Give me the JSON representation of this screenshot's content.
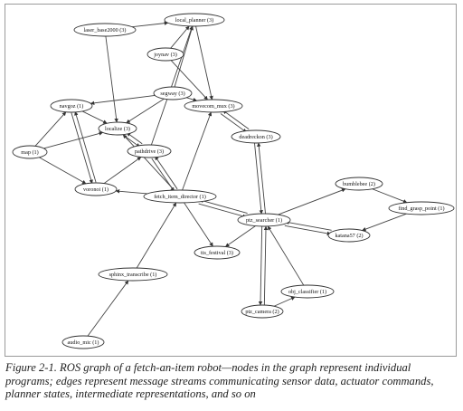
{
  "graph": {
    "nodes": [
      {
        "id": "laser_base",
        "label": "laser_base2000 (3)"
      },
      {
        "id": "local_planner",
        "label": "local_planner (3)"
      },
      {
        "id": "joynav",
        "label": "joynav (3)"
      },
      {
        "id": "segway",
        "label": "segway (3)"
      },
      {
        "id": "movecom_mux",
        "label": "movecom_mux (3)"
      },
      {
        "id": "navgoz",
        "label": "navgoz (1)"
      },
      {
        "id": "localize",
        "label": "localize (3)"
      },
      {
        "id": "pathdrive",
        "label": "pathdrive (3)"
      },
      {
        "id": "map",
        "label": "map (1)"
      },
      {
        "id": "voronoi",
        "label": "voronoi (1)"
      },
      {
        "id": "deadreckon",
        "label": "deadreckon (3)"
      },
      {
        "id": "fetch_item_director",
        "label": "fetch_item_director (1)"
      },
      {
        "id": "bumblebee",
        "label": "bumblebee (2)"
      },
      {
        "id": "find_grasp_point",
        "label": "find_grasp_point (1)"
      },
      {
        "id": "ptz_searcher",
        "label": "ptz_searcher (1)"
      },
      {
        "id": "katana57",
        "label": "katana57 (2)"
      },
      {
        "id": "tts_festival",
        "label": "tts_festival (3)"
      },
      {
        "id": "sphinx_transcribe",
        "label": "sphinx_transcribe (1)"
      },
      {
        "id": "obj_classifier",
        "label": "obj_classifier (1)"
      },
      {
        "id": "ptz_camera",
        "label": "ptz_camera (2)"
      },
      {
        "id": "audio_mic",
        "label": "audio_mic (1)"
      }
    ],
    "edges": [
      [
        "laser_base",
        "local_planner"
      ],
      [
        "laser_base",
        "localize"
      ],
      [
        "local_planner",
        "movecom_mux"
      ],
      [
        "joynav",
        "local_planner"
      ],
      [
        "joynav",
        "movecom_mux"
      ],
      [
        "segway",
        "localize"
      ],
      [
        "segway",
        "navgoz"
      ],
      [
        "segway",
        "movecom_mux"
      ],
      [
        "segway",
        "local_planner"
      ],
      [
        "movecom_mux",
        "deadreckon"
      ],
      [
        "deadreckon",
        "movecom_mux"
      ],
      [
        "navgoz",
        "localize"
      ],
      [
        "navgoz",
        "voronoi"
      ],
      [
        "map",
        "navgoz"
      ],
      [
        "map",
        "localize"
      ],
      [
        "map",
        "voronoi"
      ],
      [
        "voronoi",
        "navgoz"
      ],
      [
        "voronoi",
        "pathdrive"
      ],
      [
        "localize",
        "pathdrive"
      ],
      [
        "pathdrive",
        "localize"
      ],
      [
        "pathdrive",
        "local_planner"
      ],
      [
        "pathdrive",
        "fetch_item_director"
      ],
      [
        "fetch_item_director",
        "pathdrive"
      ],
      [
        "fetch_item_director",
        "localize"
      ],
      [
        "fetch_item_director",
        "movecom_mux"
      ],
      [
        "fetch_item_director",
        "voronoi"
      ],
      [
        "fetch_item_director",
        "ptz_searcher"
      ],
      [
        "ptz_searcher",
        "fetch_item_director"
      ],
      [
        "fetch_item_director",
        "tts_festival"
      ],
      [
        "ptz_searcher",
        "tts_festival"
      ],
      [
        "deadreckon",
        "ptz_searcher"
      ],
      [
        "ptz_searcher",
        "deadreckon"
      ],
      [
        "ptz_searcher",
        "bumblebee"
      ],
      [
        "bumblebee",
        "find_grasp_point"
      ],
      [
        "find_grasp_point",
        "katana57"
      ],
      [
        "katana57",
        "ptz_searcher"
      ],
      [
        "ptz_searcher",
        "katana57"
      ],
      [
        "ptz_searcher",
        "ptz_camera"
      ],
      [
        "ptz_camera",
        "ptz_searcher"
      ],
      [
        "ptz_camera",
        "obj_classifier"
      ],
      [
        "obj_classifier",
        "ptz_searcher"
      ],
      [
        "sphinx_transcribe",
        "fetch_item_director"
      ],
      [
        "audio_mic",
        "sphinx_transcribe"
      ]
    ]
  },
  "caption": "Figure 2-1. ROS graph of a fetch-an-item robot—nodes in the graph represent individual programs; edges represent message streams communicating sensor data, actuator commands, planner states, intermediate representations, and so on"
}
